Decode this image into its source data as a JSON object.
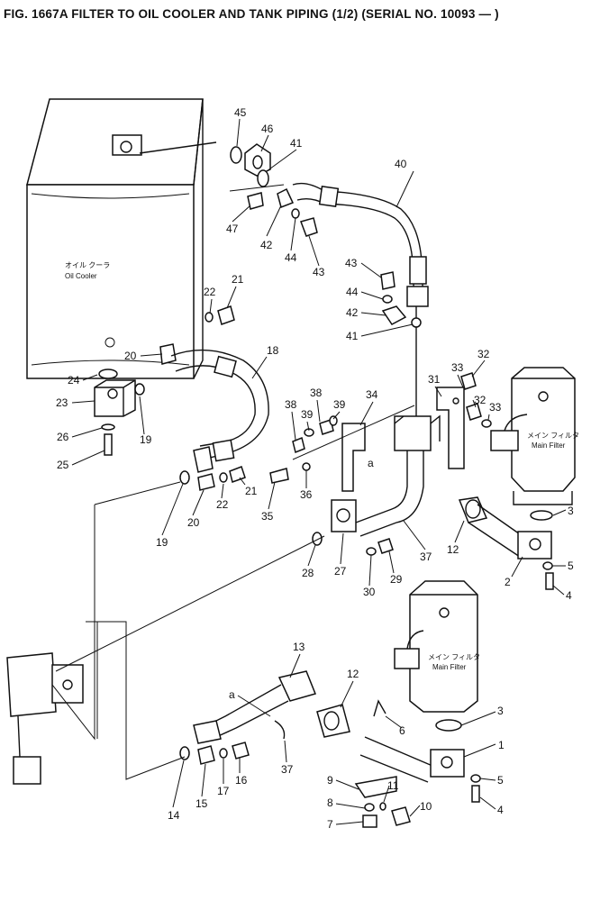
{
  "header": {
    "title": "FIG. 1667A  FILTER TO OIL COOLER AND TANK PIPING (1/2) (SERIAL NO. 10093 — )"
  },
  "labels": {
    "oil_cooler_jp": "オイル クーラ",
    "oil_cooler_en": "Oil Cooler",
    "main_filter_jp": "メイン フィルタ",
    "main_filter_en": "Main Filter",
    "ref_a": "a"
  },
  "part_numbers": [
    "1",
    "2",
    "3",
    "4",
    "5",
    "6",
    "7",
    "8",
    "9",
    "10",
    "11",
    "12",
    "13",
    "14",
    "15",
    "16",
    "17",
    "18",
    "19",
    "20",
    "21",
    "22",
    "23",
    "24",
    "25",
    "26",
    "27",
    "28",
    "29",
    "30",
    "31",
    "32",
    "33",
    "34",
    "35",
    "36",
    "37",
    "38",
    "39",
    "40",
    "41",
    "42",
    "43",
    "44",
    "45",
    "46",
    "47"
  ]
}
